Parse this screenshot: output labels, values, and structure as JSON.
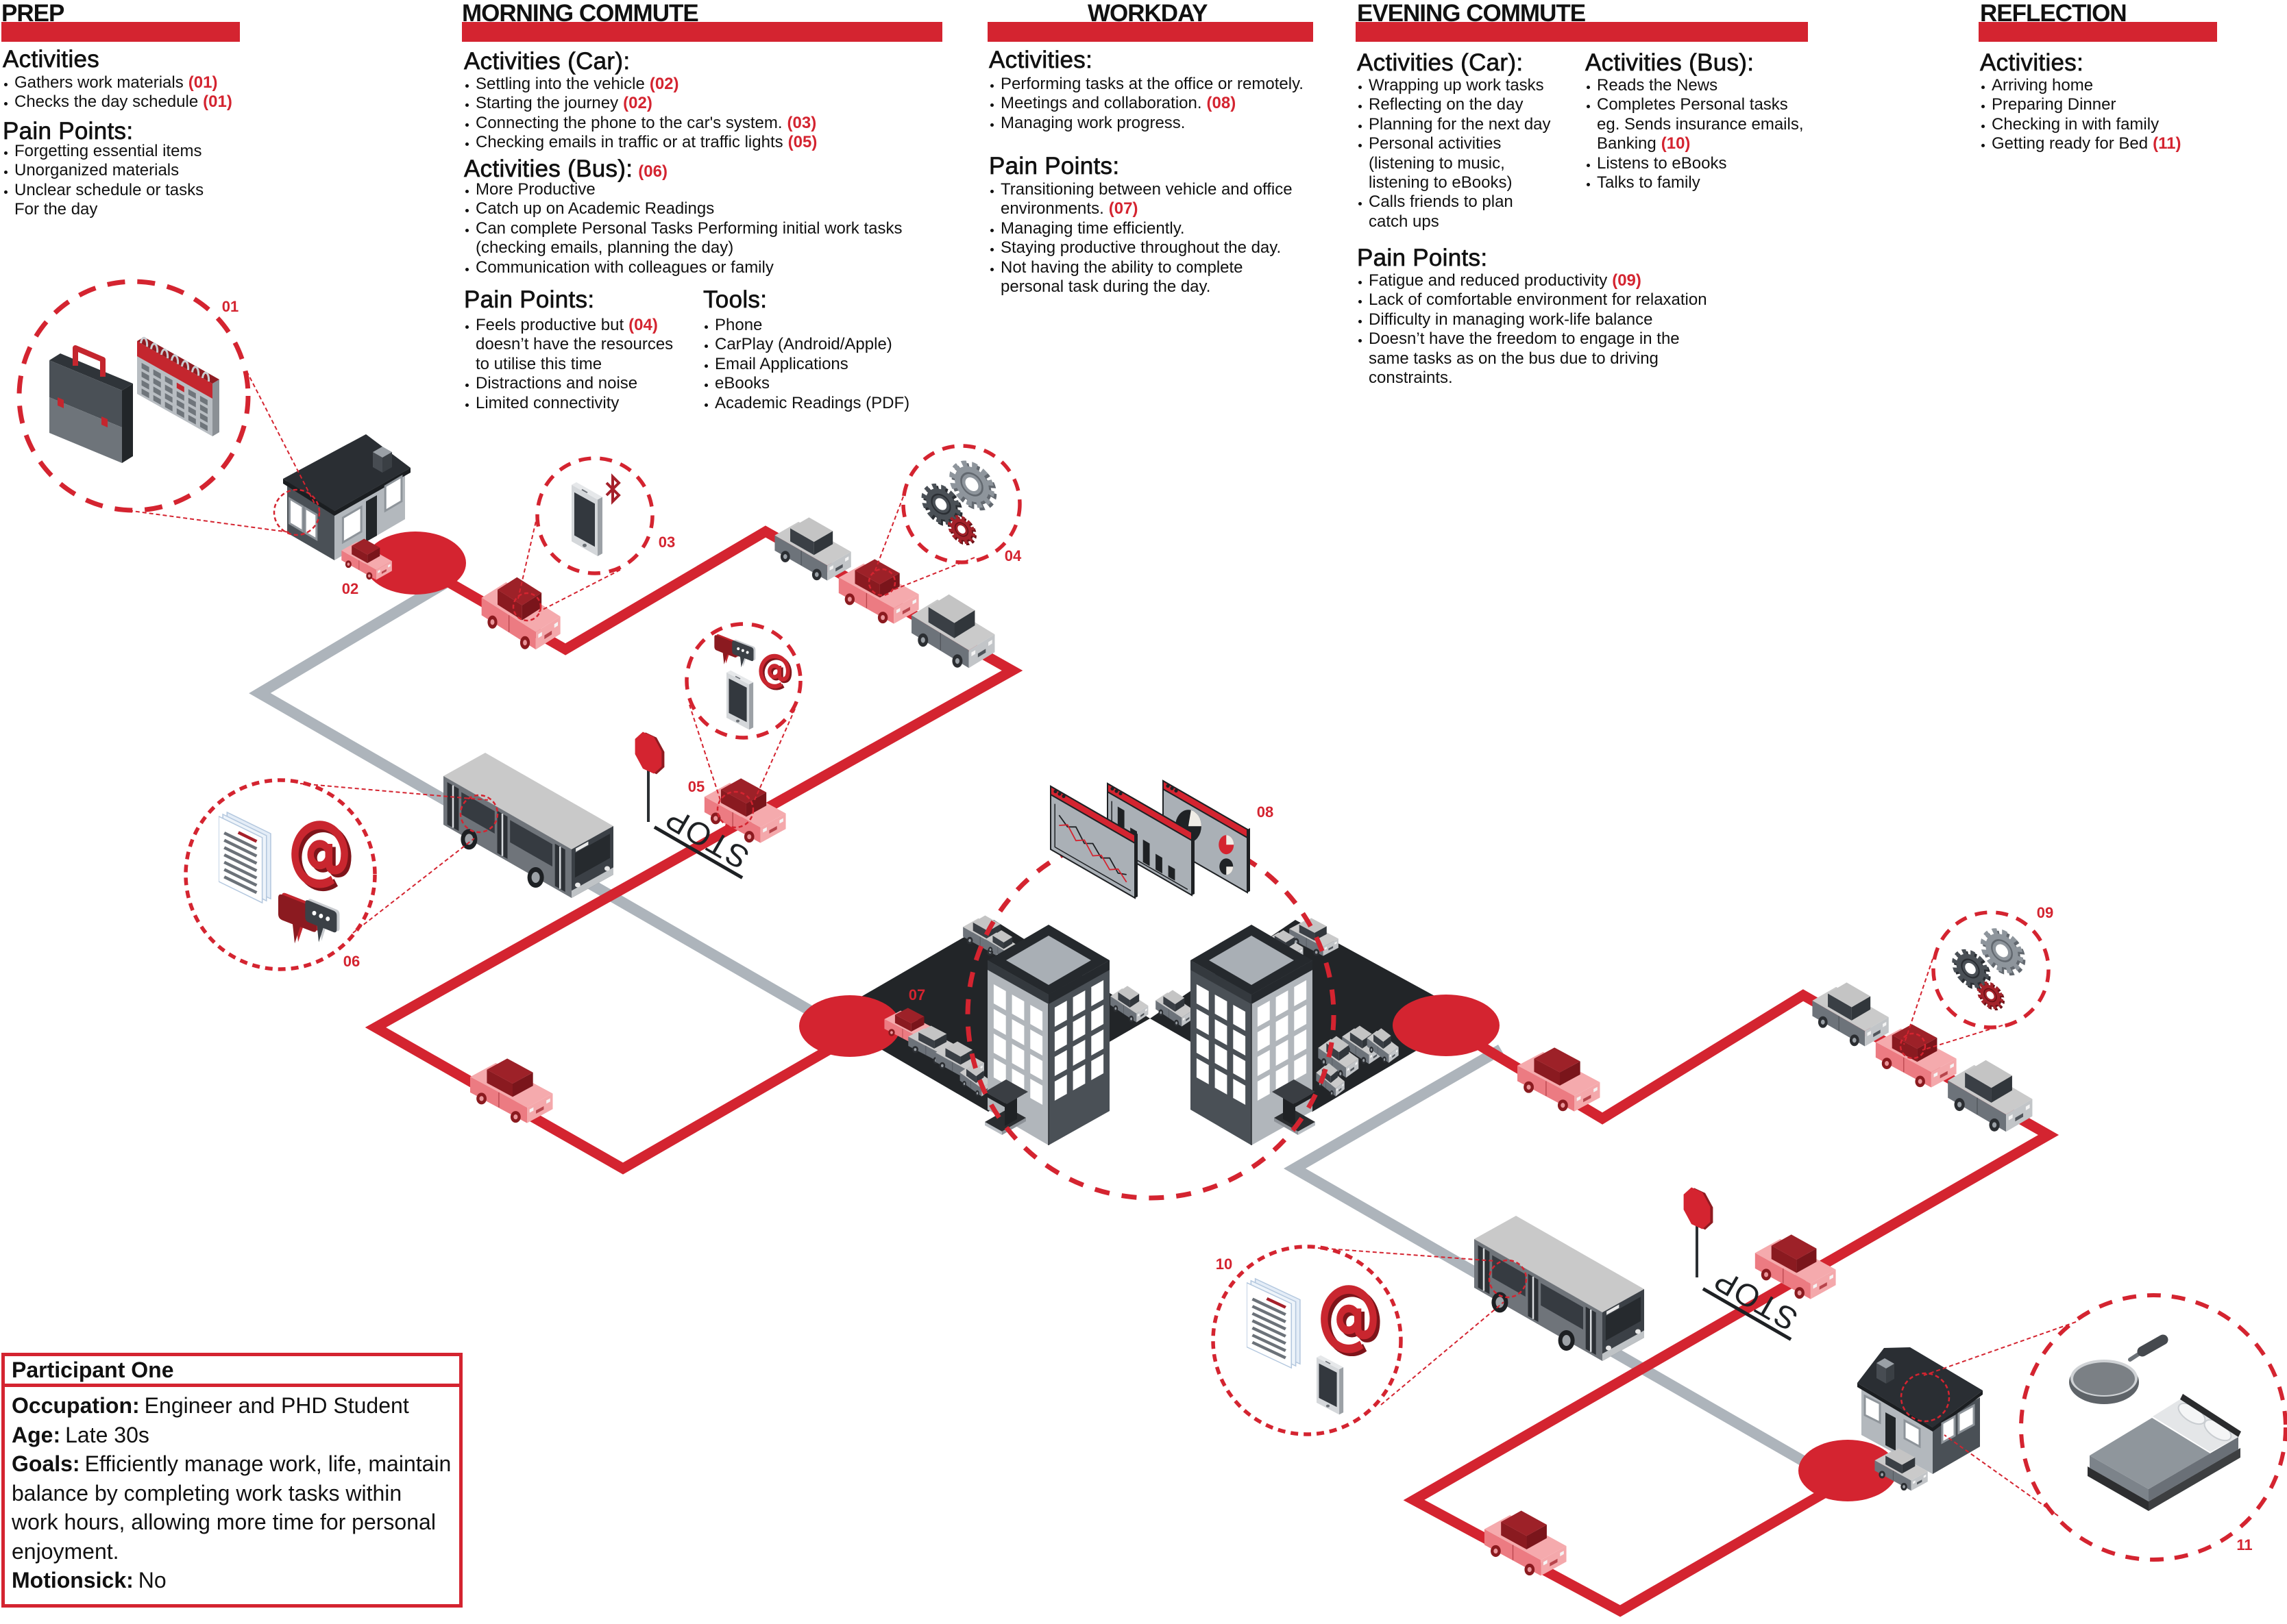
{
  "theme": {
    "accent": "#d42430"
  },
  "stages": {
    "prep": {
      "title": "PREP",
      "activities": {
        "heading": "Activities",
        "items": [
          {
            "lines": [
              {
                "text": "Gathers work materials",
                "ref": "(01)"
              }
            ]
          },
          {
            "lines": [
              {
                "text": "Checks the day schedule",
                "ref": "(01)"
              }
            ]
          }
        ]
      },
      "pain_points": {
        "heading": "Pain Points:",
        "items": [
          {
            "lines": [
              {
                "text": "Forgetting essential items"
              }
            ]
          },
          {
            "lines": [
              {
                "text": "Unorganized materials"
              }
            ]
          },
          {
            "lines": [
              {
                "text": "Unclear schedule or tasks"
              },
              {
                "text": "For the day"
              }
            ]
          }
        ]
      }
    },
    "morning_commute": {
      "title": "MORNING COMMUTE",
      "activities_car": {
        "heading": "Activities (Car):",
        "items": [
          {
            "lines": [
              {
                "text": "Settling into the vehicle",
                "ref": "(02)"
              }
            ]
          },
          {
            "lines": [
              {
                "text": "Starting the journey",
                "ref": "(02)"
              }
            ]
          },
          {
            "lines": [
              {
                "text": "Connecting the phone to the car's system.",
                "ref": "(03)"
              }
            ]
          },
          {
            "lines": [
              {
                "text": "Checking emails in traffic or at traffic lights",
                "ref": "(05)"
              }
            ]
          }
        ]
      },
      "activities_bus": {
        "heading": "Activities (Bus):",
        "heading_ref": "(06)",
        "items": [
          {
            "lines": [
              {
                "text": "More Productive"
              }
            ]
          },
          {
            "lines": [
              {
                "text": "Catch up on Academic Readings"
              }
            ]
          },
          {
            "lines": [
              {
                "text": "Can complete Personal Tasks Performing initial work tasks"
              },
              {
                "text": "(checking emails, planning the day)"
              }
            ]
          },
          {
            "lines": [
              {
                "text": "Communication with colleagues or family"
              }
            ]
          }
        ]
      },
      "pain_points": {
        "heading": "Pain Points:",
        "items": [
          {
            "lines": [
              {
                "text": "Feels productive but",
                "ref": "(04)"
              },
              {
                "text": "doesn’t have the resources"
              },
              {
                "text": "to utilise this time"
              }
            ]
          },
          {
            "lines": [
              {
                "text": "Distractions and noise"
              }
            ]
          },
          {
            "lines": [
              {
                "text": "Limited connectivity"
              }
            ]
          }
        ]
      },
      "tools": {
        "heading": "Tools:",
        "items": [
          {
            "lines": [
              {
                "text": "Phone"
              }
            ]
          },
          {
            "lines": [
              {
                "text": "CarPlay (Android/Apple)"
              }
            ]
          },
          {
            "lines": [
              {
                "text": "Email Applications"
              }
            ]
          },
          {
            "lines": [
              {
                "text": "eBooks"
              }
            ]
          },
          {
            "lines": [
              {
                "text": "Academic Readings (PDF)"
              }
            ]
          }
        ]
      }
    },
    "workday": {
      "title": "WORKDAY",
      "activities": {
        "heading": "Activities:",
        "items": [
          {
            "lines": [
              {
                "text": "Performing tasks at the office or remotely."
              }
            ]
          },
          {
            "lines": [
              {
                "text": "Meetings and collaboration.",
                "ref": "(08)"
              }
            ]
          },
          {
            "lines": [
              {
                "text": "Managing work progress."
              }
            ]
          }
        ]
      },
      "pain_points": {
        "heading": "Pain Points:",
        "items": [
          {
            "lines": [
              {
                "text": "Transitioning between vehicle and office"
              },
              {
                "text": "environments.",
                "ref": "(07)"
              }
            ]
          },
          {
            "lines": [
              {
                "text": "Managing time efficiently."
              }
            ]
          },
          {
            "lines": [
              {
                "text": "Staying productive throughout the day."
              }
            ]
          },
          {
            "lines": [
              {
                "text": "Not having the ability to complete"
              },
              {
                "text": "personal task during the day."
              }
            ]
          }
        ]
      }
    },
    "evening_commute": {
      "title": "EVENING COMMUTE",
      "activities_car": {
        "heading": "Activities (Car):",
        "items": [
          {
            "lines": [
              {
                "text": "Wrapping up work tasks"
              }
            ]
          },
          {
            "lines": [
              {
                "text": "Reflecting on the day"
              }
            ]
          },
          {
            "lines": [
              {
                "text": "Planning for the next day"
              }
            ]
          },
          {
            "lines": [
              {
                "text": "Personal activities"
              },
              {
                "text": "(listening to music,"
              },
              {
                "text": "listening to eBooks)"
              }
            ]
          },
          {
            "lines": [
              {
                "text": "Calls friends to plan"
              },
              {
                "text": "catch ups"
              }
            ]
          }
        ]
      },
      "activities_bus": {
        "heading": "Activities (Bus):",
        "items": [
          {
            "lines": [
              {
                "text": "Reads the News"
              }
            ]
          },
          {
            "lines": [
              {
                "text": "Completes Personal tasks"
              },
              {
                "text": "eg. Sends insurance emails,"
              },
              {
                "text": "Banking",
                "ref": "(10)"
              }
            ]
          },
          {
            "lines": [
              {
                "text": "Listens to eBooks"
              }
            ]
          },
          {
            "lines": [
              {
                "text": "Talks to family"
              }
            ]
          }
        ]
      },
      "pain_points": {
        "heading": "Pain Points:",
        "items": [
          {
            "lines": [
              {
                "text": "Fatigue and reduced productivity",
                "ref": "(09)"
              }
            ]
          },
          {
            "lines": [
              {
                "text": "Lack of comfortable environment for relaxation"
              }
            ]
          },
          {
            "lines": [
              {
                "text": "Difficulty in managing work-life balance"
              }
            ]
          },
          {
            "lines": [
              {
                "text": "Doesn’t have the freedom to engage in the"
              },
              {
                "text": "same tasks as on the bus due to driving"
              },
              {
                "text": "constraints."
              }
            ]
          }
        ]
      }
    },
    "reflection": {
      "title": "REFLECTION",
      "activities": {
        "heading": "Activities:",
        "items": [
          {
            "lines": [
              {
                "text": "Arriving home"
              }
            ]
          },
          {
            "lines": [
              {
                "text": "Preparing Dinner"
              }
            ]
          },
          {
            "lines": [
              {
                "text": "Checking in with family"
              }
            ]
          },
          {
            "lines": [
              {
                "text": "Getting ready for Bed",
                "ref": "(11)"
              }
            ]
          }
        ]
      }
    }
  },
  "participant": {
    "title": "Participant One",
    "fields": [
      {
        "label": "Occupation:",
        "value": "Engineer and PHD Student"
      },
      {
        "label": "Age:",
        "value": "Late 30s"
      },
      {
        "label": "Goals:",
        "value": "Efficiently manage work, life, maintain\nbalance by completing work tasks within\nwork hours, allowing more time for personal\nenjoyment."
      },
      {
        "label": "Motionsick:",
        "value": "No"
      }
    ]
  },
  "journey_map": {
    "road_marking": "STOP",
    "markers": [
      {
        "label": "01",
        "icons": [
          "briefcase-icon",
          "calendar-icon"
        ]
      },
      {
        "label": "02"
      },
      {
        "label": "03",
        "icons": [
          "phone-icon",
          "bluetooth-icon"
        ]
      },
      {
        "label": "04",
        "icons": [
          "gears-icon"
        ]
      },
      {
        "label": "05",
        "icons": [
          "chat-bubbles-icon",
          "email-at-icon",
          "phone-icon"
        ]
      },
      {
        "label": "06",
        "icons": [
          "document-icon",
          "email-at-icon",
          "chat-bubbles-icon"
        ]
      },
      {
        "label": "07"
      },
      {
        "label": "08",
        "icons": [
          "line-chart-icon",
          "bar-chart-icon",
          "pie-chart-icon"
        ]
      },
      {
        "label": "09",
        "icons": [
          "gears-icon"
        ]
      },
      {
        "label": "10",
        "icons": [
          "document-icon",
          "email-at-icon",
          "phone-icon"
        ]
      },
      {
        "label": "11",
        "icons": [
          "frying-pan-icon",
          "bed-icon"
        ]
      }
    ]
  }
}
